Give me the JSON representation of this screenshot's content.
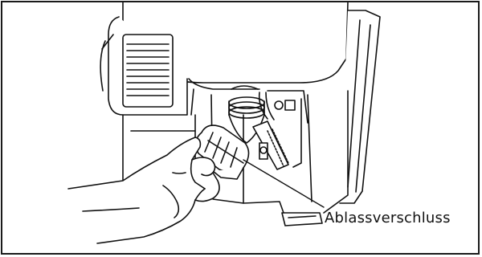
{
  "figure": {
    "callout_label": "Ablassverschluss",
    "line_color": "#111111",
    "background": "#ffffff"
  },
  "icons": [
    "engine-housing-illustration",
    "drain-cap-illustration",
    "hand-illustration",
    "leader-line"
  ]
}
